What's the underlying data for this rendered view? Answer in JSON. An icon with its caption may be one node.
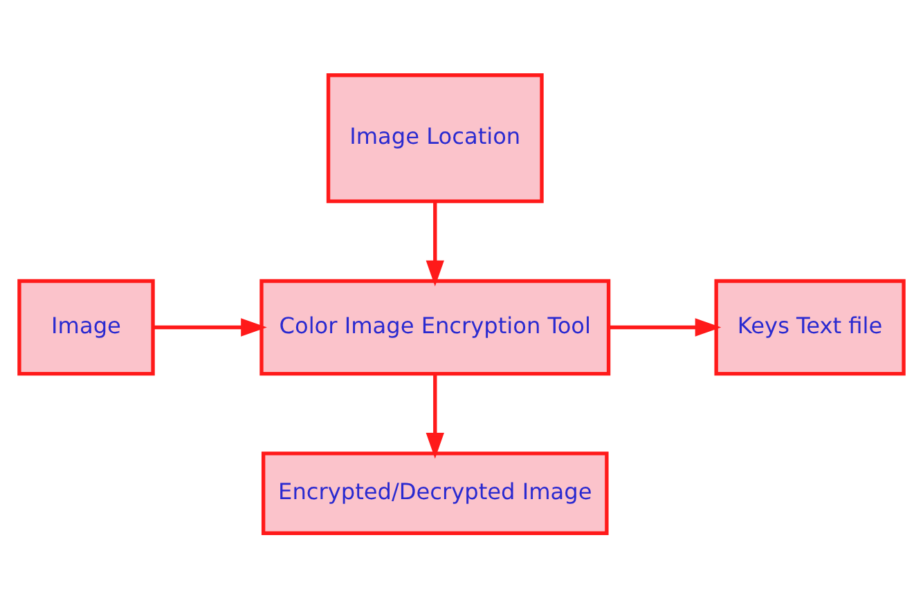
{
  "diagram": {
    "nodes": [
      {
        "text": [
          "Image Location"
        ]
      },
      {
        "text": [
          "Image"
        ]
      },
      {
        "text": [
          "Color Image Encryption Tool"
        ]
      },
      {
        "text": [
          "Keys Text file"
        ]
      },
      {
        "text": [
          "Encrypted/Decrypted Image"
        ]
      }
    ],
    "edges": [
      {
        "from": 0,
        "to": 2,
        "arrow": "to"
      },
      {
        "from": 1,
        "to": 2,
        "arrow": "to"
      },
      {
        "from": 2,
        "to": 3,
        "arrow": "to"
      },
      {
        "from": 2,
        "to": 4,
        "arrow": "to"
      }
    ]
  }
}
